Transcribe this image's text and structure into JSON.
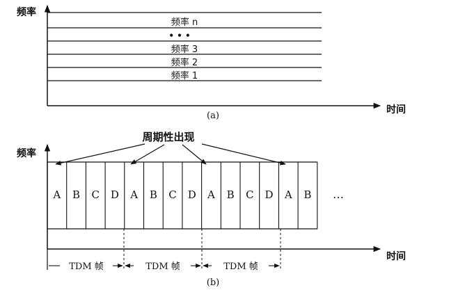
{
  "diagram_a": {
    "y_axis_label": "频率",
    "x_axis_label": "时间",
    "caption": "(a)",
    "channel_labels": [
      "频率 n",
      "• • •",
      "频率 3",
      "频率 2",
      "频率 1"
    ]
  },
  "diagram_b": {
    "y_axis_label": "频率",
    "x_axis_label": "时间",
    "caption": "(b)",
    "annotation": "周期性出现",
    "slots": [
      "A",
      "B",
      "C",
      "D",
      "A",
      "B",
      "C",
      "D",
      "A",
      "B",
      "C",
      "D",
      "A",
      "B"
    ],
    "ellipsis": "…",
    "frame_label": "TDM 帧",
    "frame_count": 3
  }
}
